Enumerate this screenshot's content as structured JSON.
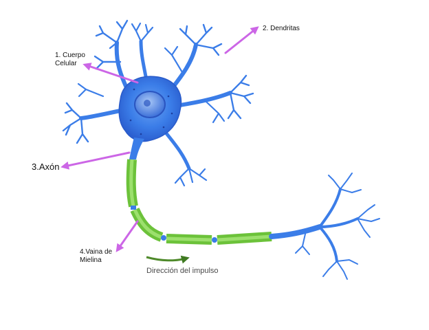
{
  "labels": {
    "cuerpo_line1": "1. Cuerpo",
    "cuerpo_line2": "Celular",
    "dendritas": "2. Dendritas",
    "axon": "3.Axón",
    "vaina_line1": "4.Vaina de",
    "vaina_line2": "Mielina",
    "direccion": "Dirección del impulso"
  },
  "colors": {
    "neuron_blue": "#3b7de8",
    "neuron_light": "#8fb8f5",
    "myelin_green": "#7fd04a",
    "arrow_magenta": "#cc66e6",
    "direction_arrow": "#4f8a2b"
  }
}
